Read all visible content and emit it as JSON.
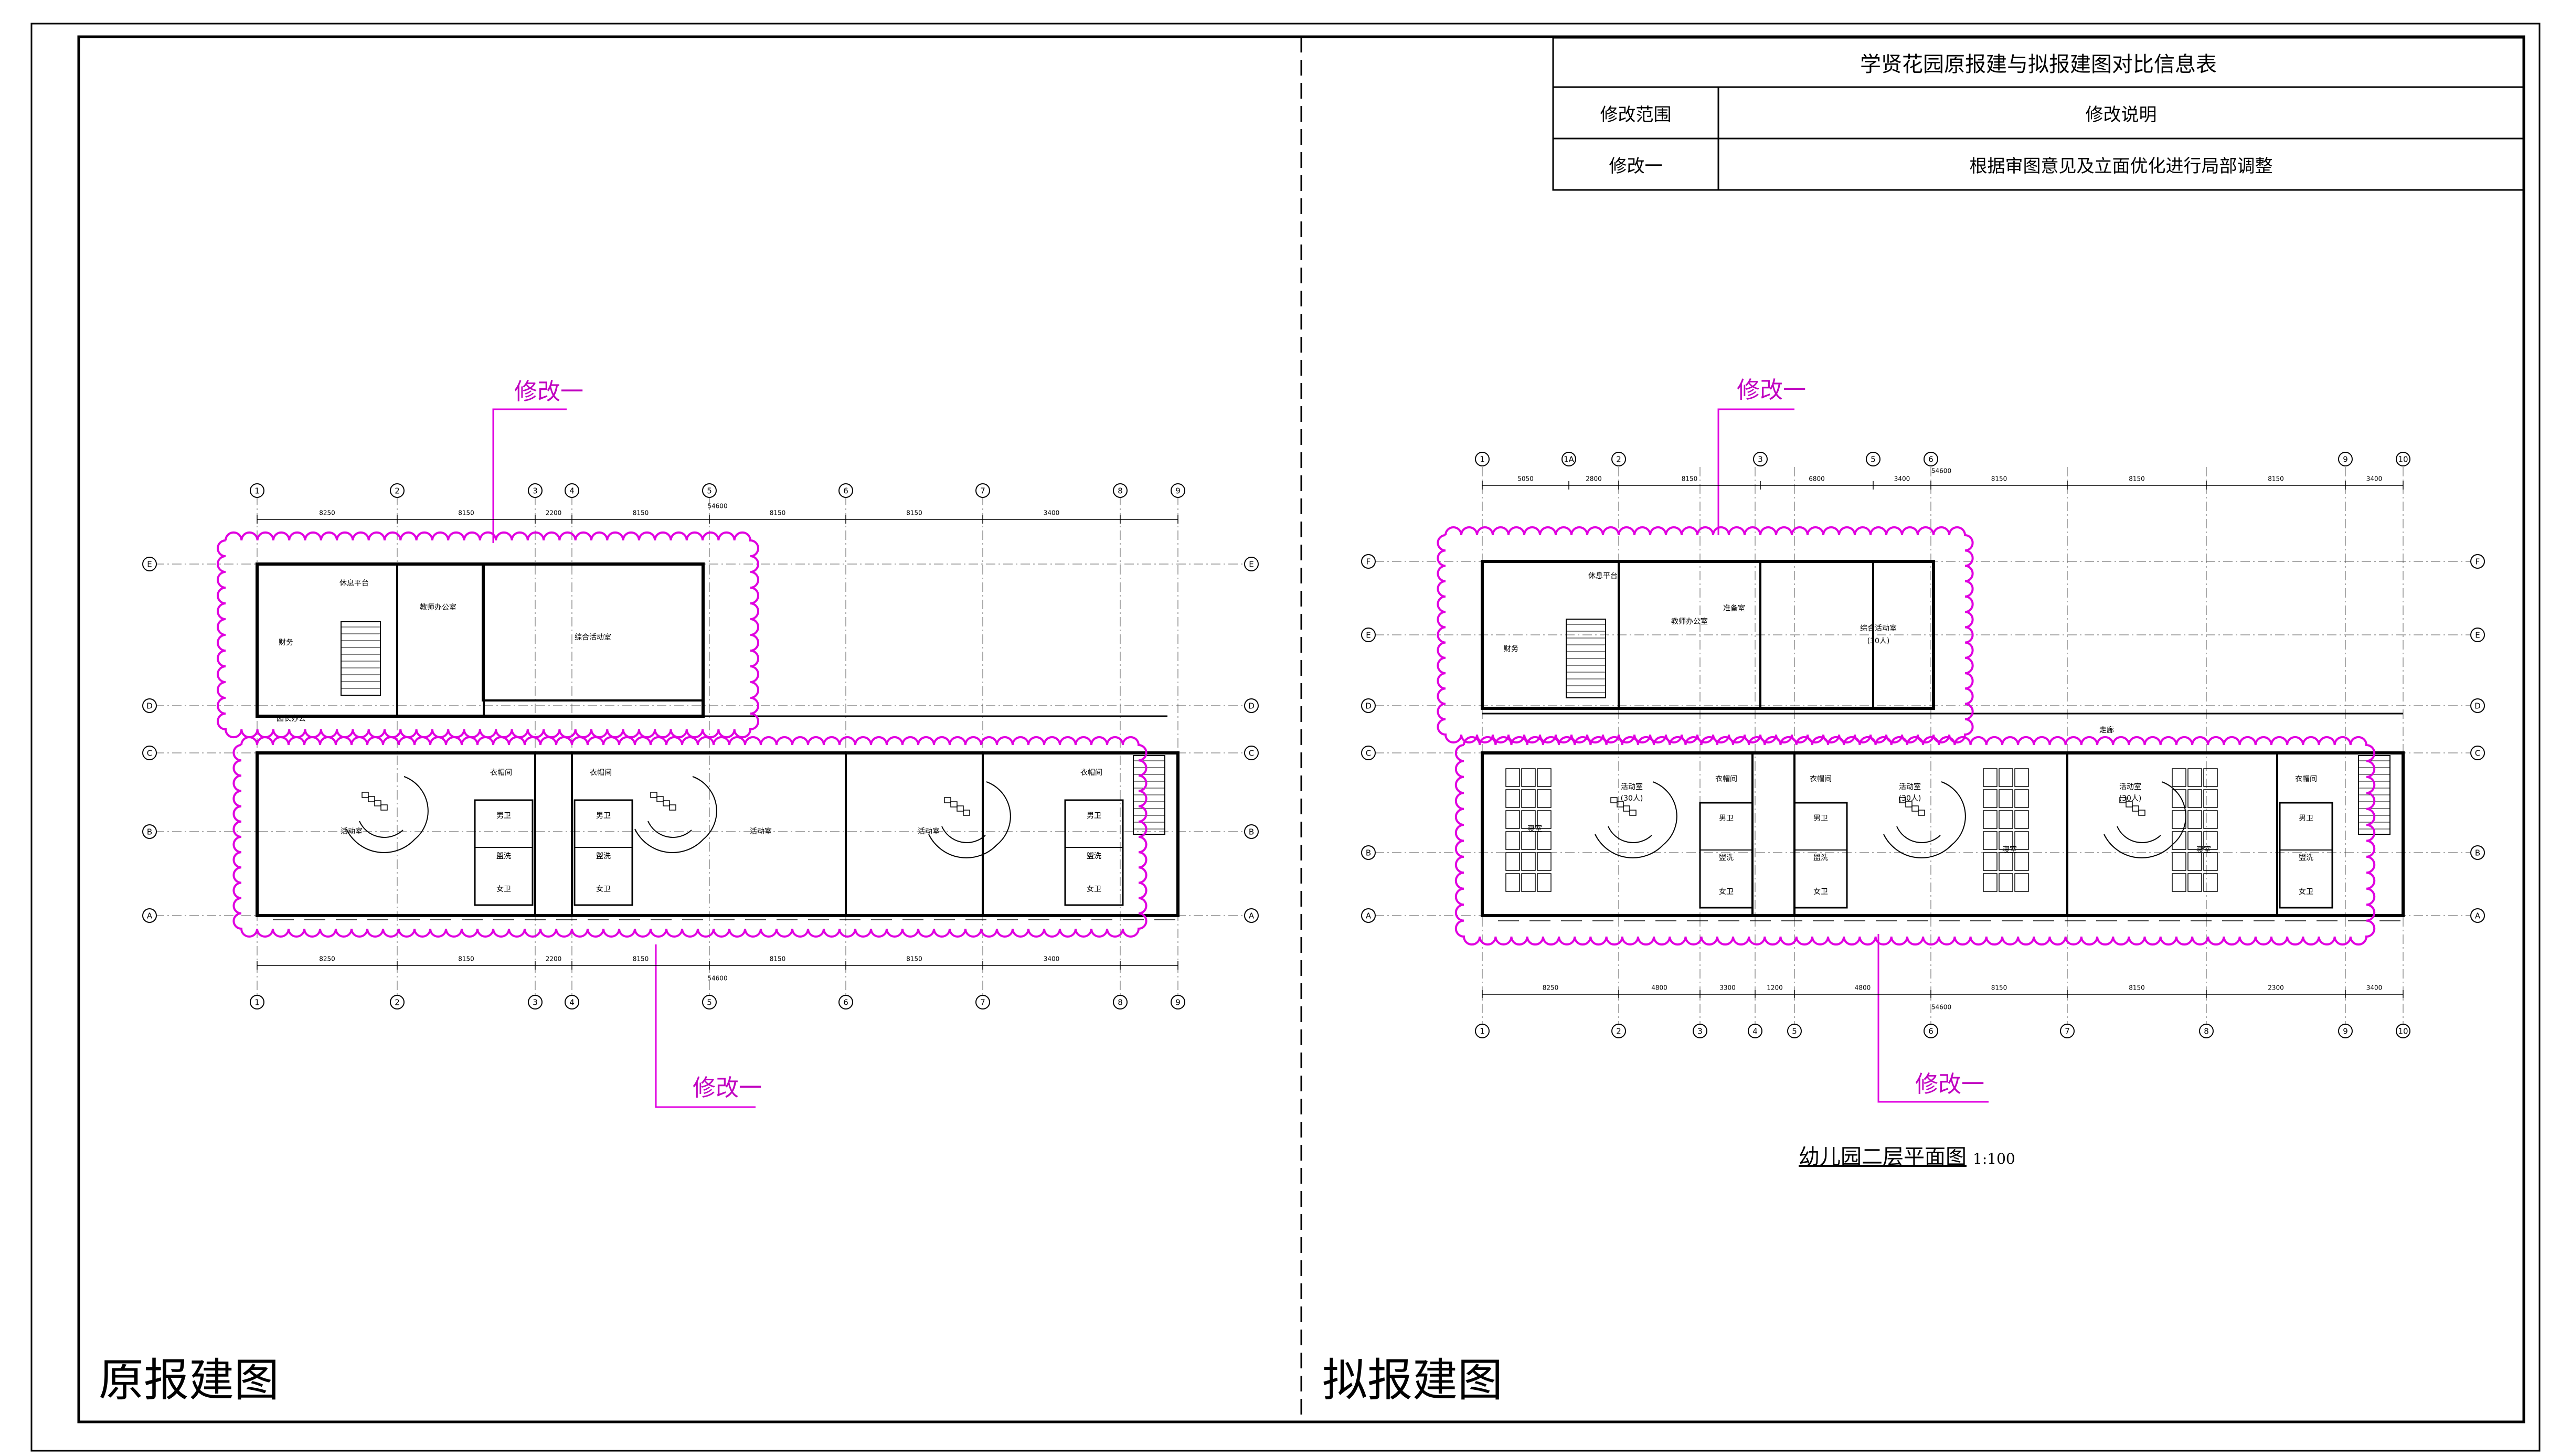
{
  "panels": {
    "left_title": "原报建图",
    "right_title": "拟报建图"
  },
  "info_table": {
    "title": "学贤花园原报建与拟报建图对比信息表",
    "header": {
      "scope": "修改范围",
      "description": "修改说明"
    },
    "row": {
      "scope": "修改一",
      "description": "根据审图意见及立面优化进行局部调整"
    }
  },
  "revision_label": "修改一",
  "right_plan": {
    "title": "幼儿园二层平面图",
    "scale": "1:100"
  },
  "axis_labels": {
    "left_top": [
      "1",
      "2",
      "3",
      "4",
      "5",
      "6",
      "7",
      "8",
      "9"
    ],
    "left_side": [
      "E",
      "D",
      "C",
      "B",
      "A"
    ],
    "right_top": [
      "1",
      "1A",
      "2",
      "3",
      "5",
      "6",
      "9",
      "10"
    ],
    "right_bottom": [
      "1",
      "2",
      "3",
      "4",
      "5",
      "6",
      "7",
      "8",
      "9",
      "10"
    ],
    "right_side": [
      "F",
      "E",
      "D",
      "C",
      "B",
      "A"
    ]
  },
  "dimensions": {
    "total": "54600",
    "left_top": [
      "8250",
      "8150",
      "2200",
      "8150",
      "8150",
      "8150",
      "3400"
    ],
    "left_bottom": [
      "8250",
      "8150",
      "2200",
      "8150",
      "8150",
      "8150",
      "3400"
    ],
    "right_top": [
      "5050",
      "2800",
      "8150",
      "6800",
      "3400",
      "8150",
      "8150",
      "8150",
      "3400"
    ],
    "right_bottom": [
      "8250",
      "4800",
      "3300",
      "1200",
      "4800",
      "8150",
      "8150",
      "2300",
      "3400"
    ]
  },
  "left_rooms": {
    "platform": "休息平台",
    "teacher_office": "教师办公室",
    "activity_hall": "综合活动室",
    "finance": "财务",
    "admin": "园长办公",
    "activity1": "活动室",
    "activity2": "活动室",
    "activity3": "活动室",
    "cloak1": "衣帽间",
    "cloak2": "衣帽间",
    "cloak3": "衣帽间",
    "boys1": "男卫",
    "boys2": "男卫",
    "boys3": "男卫",
    "girls1": "女卫",
    "girls2": "女卫",
    "girls3": "女卫",
    "wash1": "盥洗",
    "wash2": "盥洗",
    "wash3": "盥洗"
  },
  "right_rooms": {
    "platform": "休息平台",
    "teacher_office": "教师办公室",
    "prep": "准备室",
    "activity_hall": "综合活动室",
    "capacity": "(30人)",
    "finance": "财务",
    "corridor": "走廊",
    "activity1": "活动室",
    "activity2": "活动室",
    "activity3": "活动室",
    "bedroom": "寝室",
    "cloak1": "衣帽间",
    "cloak2": "衣帽间",
    "cloak3": "衣帽间",
    "boys": "男卫",
    "girls": "女卫",
    "wash": "盥洗"
  },
  "colors": {
    "line": "#000000",
    "grid": "#555555",
    "revision_cloud": "#e000e0"
  }
}
